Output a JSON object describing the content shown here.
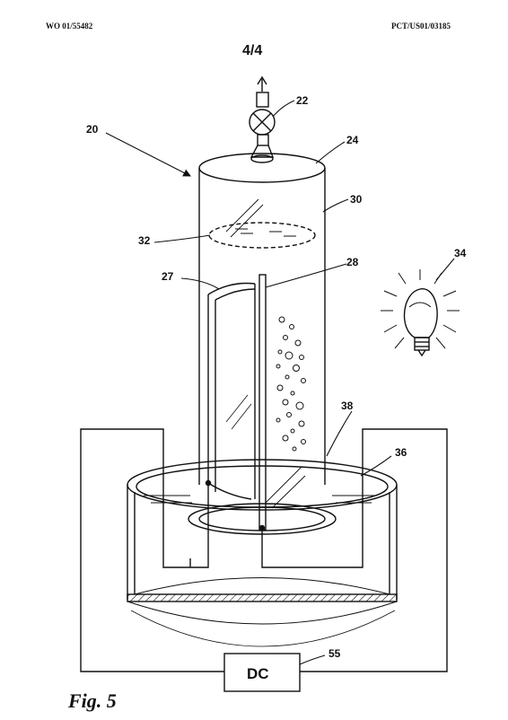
{
  "header": {
    "left": "WO 01/55482",
    "right": "PCT/US01/03185",
    "sheet": "4/4"
  },
  "figure_label": "Fig. 5",
  "labels": {
    "apparatus": "20",
    "valve": "22",
    "column": "24",
    "electrode_curved": "27",
    "electrode_rod": "28",
    "gas_space": "30",
    "membrane": "32",
    "lamp": "34",
    "tank": "36",
    "liquid_level": "38",
    "power_supply": "55",
    "dc_box": "DC"
  },
  "colors": {
    "ink": "#111111",
    "paper": "#ffffff"
  }
}
